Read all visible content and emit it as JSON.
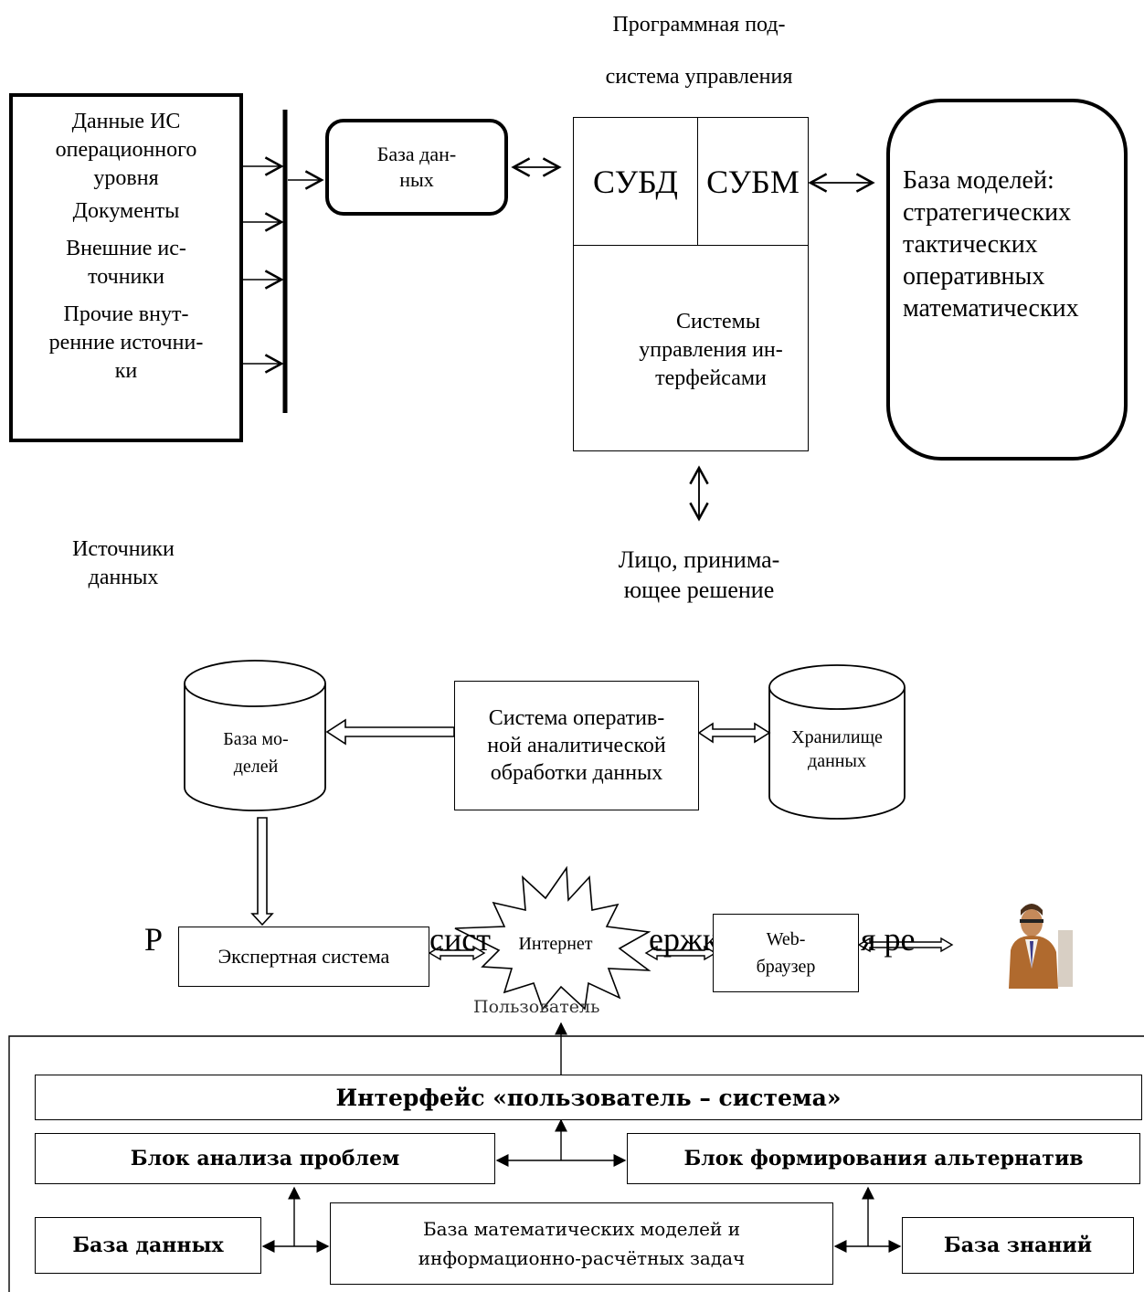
{
  "diagram1": {
    "sources": [
      "Данные ИС операционного уровня",
      "Документы",
      "Внешние ис-точники",
      "Прочие внут-ренние источни-ки"
    ],
    "sources_lines": [
      [
        "Данные ИС",
        "операционного",
        "уровня"
      ],
      [
        "Документы"
      ],
      [
        "Внешние ис-",
        "точники"
      ],
      [
        "Прочие внут-",
        "ренние источни-",
        "ки"
      ]
    ],
    "sources_caption": [
      "Источники",
      "данных"
    ],
    "database": [
      "База дан-",
      "ных"
    ],
    "subsystem_title": [
      "Программная под-",
      "система управления"
    ],
    "dbms": "СУБД",
    "mbms": "СУБМ",
    "interface_mgmt": [
      "Системы",
      "управления ин-",
      "терфейсами"
    ],
    "model_base": [
      "База моделей:",
      "стратегических",
      "тактических",
      "оперативных",
      "математических"
    ],
    "decision_maker": [
      "Лицо, принима-",
      "ющее решение"
    ]
  },
  "diagram2": {
    "model_base": [
      "База мо-",
      "делей"
    ],
    "olap": [
      "Система оператив-",
      "ной аналитической",
      "обработки данных"
    ],
    "warehouse": [
      "Хранилище",
      "данных"
    ],
    "expert_system": "Экспертная система",
    "internet": "Интернет",
    "browser": [
      "Web-",
      "браузер"
    ],
    "caption_fragments": [
      "Р",
      "сист",
      "ержк",
      "я ре"
    ]
  },
  "diagram3": {
    "user": "Пользователь",
    "interface": "Интерфейс «пользователь – система»",
    "problem_analysis": "Блок анализа проблем",
    "alternatives": "Блок формирования альтернатив",
    "database": "База данных",
    "math_models": [
      "База математических моделей и",
      "информационно-расчётных задач"
    ],
    "knowledge_base": "База знаний"
  }
}
